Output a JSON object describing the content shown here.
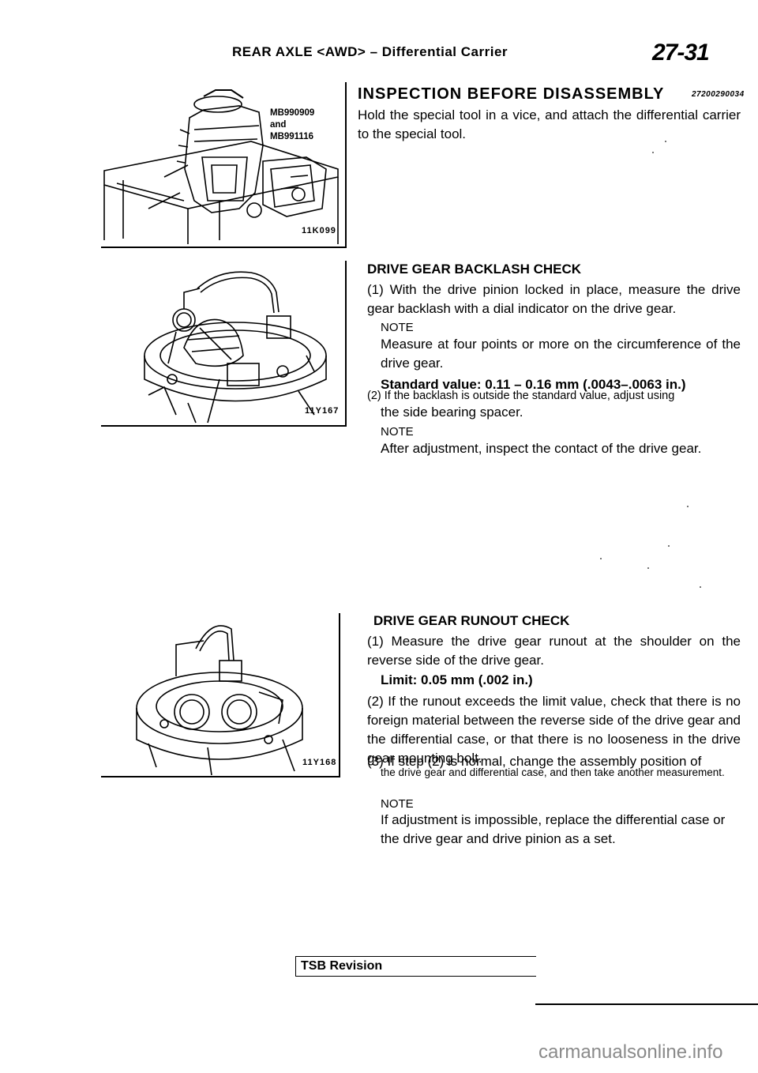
{
  "header": {
    "title": "REAR AXLE <AWD> – Differential Carrier",
    "page_number": "27-31"
  },
  "figures": [
    {
      "code": "11K099",
      "labels": [
        "MB990909",
        "and",
        "MB991116"
      ]
    },
    {
      "code": "11Y167"
    },
    {
      "code": "11Y168"
    }
  ],
  "inspection": {
    "title": "INSPECTION BEFORE DISASSEMBLY",
    "code": "27200290034",
    "body": "Hold the special tool in a vice, and attach the differential carrier to the special tool."
  },
  "backlash": {
    "title": "DRIVE GEAR BACKLASH CHECK",
    "step1": "(1) With the drive pinion locked in place, measure the drive gear backlash with a dial indicator on the drive gear.",
    "note_label": "NOTE",
    "note1": "Measure at four points or more on the circumference of the drive gear.",
    "standard": "Standard value: 0.11 – 0.16 mm (.0043–.0063 in.)",
    "step2_first": "(2) If the backlash is outside the standard value, adjust using",
    "step2_rest": "the side bearing spacer.",
    "note2": "After adjustment, inspect the contact of the drive gear."
  },
  "runout": {
    "title": "DRIVE GEAR RUNOUT CHECK",
    "step1": "(1) Measure the drive gear runout at the shoulder on the reverse side of the drive gear.",
    "limit": "Limit: 0.05 mm (.002 in.)",
    "step2": "(2) If the runout exceeds the limit value, check that there is no foreign material between the reverse side of the drive gear and the differential case, or that there is no looseness in the drive gear mounting bolt.",
    "step3_first": "(3) If step (2) is normal, change the assembly position of",
    "step3_small": "the drive gear and differential case, and then take another measurement.",
    "note_label": "NOTE",
    "note": "If adjustment is impossible, replace the differential case or the drive gear and drive pinion as a set."
  },
  "footer": {
    "tsb": "TSB Revision",
    "watermark": "carmanualsonline.info"
  }
}
